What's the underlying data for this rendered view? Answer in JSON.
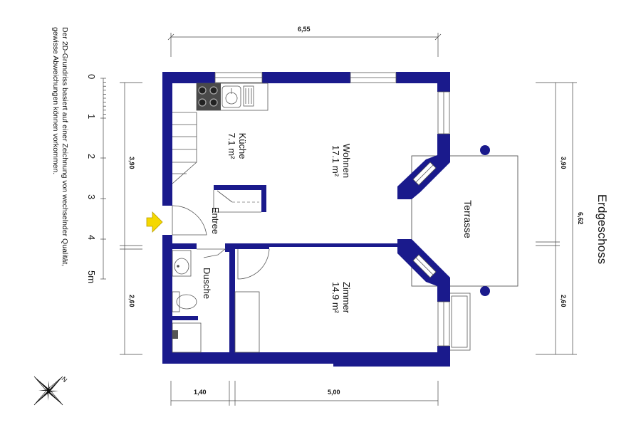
{
  "title": "Erdgeschoss",
  "disclaimer": {
    "line1": "Der 2D-Grundriss basiert auf einer Zeichnung von wechselnder Qualität,",
    "line2": "gewisse Abweichungen können vorkommen."
  },
  "rooms": [
    {
      "name": "Küche",
      "area": "7.1 m²"
    },
    {
      "name": "Wohnen",
      "area": "17.1 m²"
    },
    {
      "name": "Zimmer",
      "area": "14.9 m²"
    },
    {
      "name": "Entree"
    },
    {
      "name": "Dusche"
    },
    {
      "name": "Terrasse"
    }
  ],
  "scale": {
    "ticks": [
      "0",
      "1",
      "2",
      "3",
      "4",
      "5m"
    ]
  },
  "dimensions": {
    "top": "6,55",
    "left_upper": "3,90",
    "left_lower": "2,60",
    "right_upper": "3,90",
    "right_lower": "2,60",
    "right_total": "6,62",
    "bottom_left": "1,40",
    "bottom_right": "5,00"
  },
  "compass": {
    "north": "N"
  },
  "colors": {
    "wall": "#1a1a8c",
    "entrance_arrow": "#f5d800",
    "terrace_post": "#1a1a8c"
  }
}
